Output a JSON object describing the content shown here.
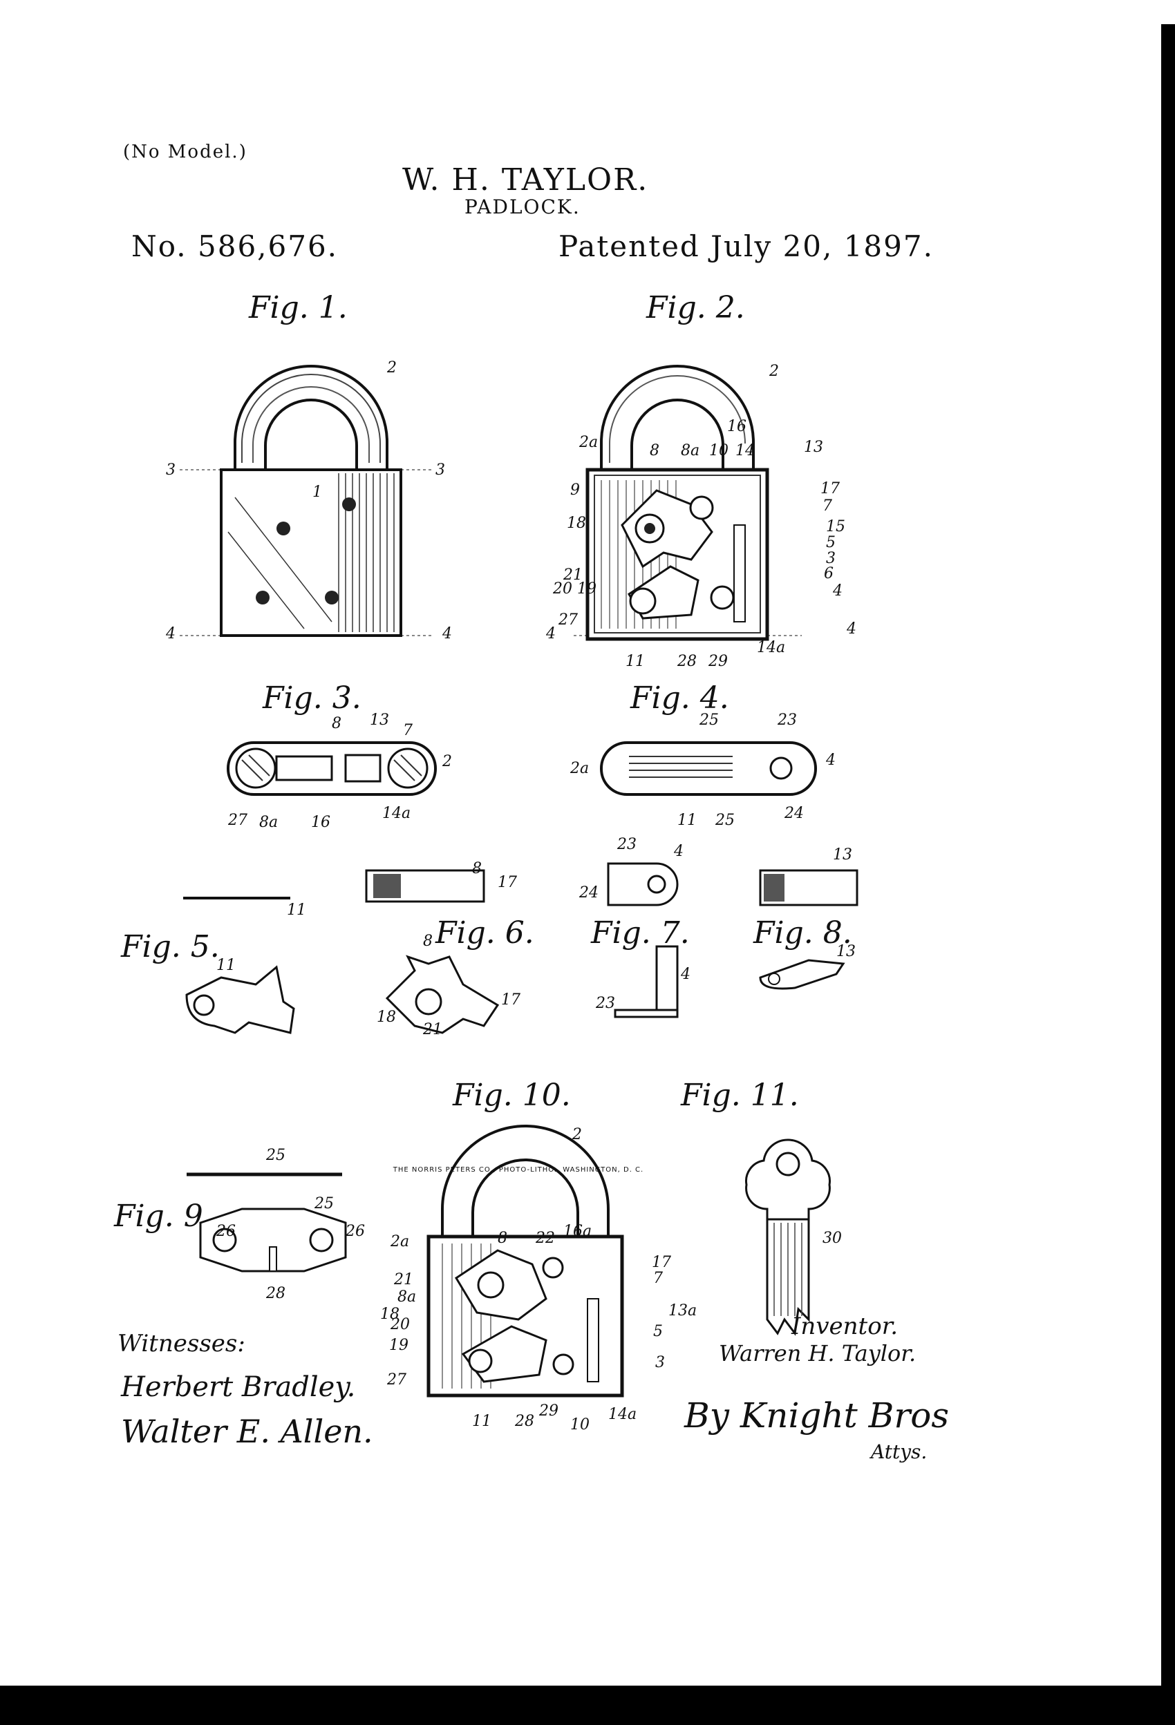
{
  "header": {
    "no_model": "(No Model.)",
    "inventor": "W. H. TAYLOR.",
    "title": "PADLOCK.",
    "patent_no": "No. 586,676.",
    "patent_date": "Patented July 20, 1897."
  },
  "figures": {
    "fig1": "Fig. 1.",
    "fig2": "Fig. 2.",
    "fig3": "Fig. 3.",
    "fig4": "Fig. 4.",
    "fig5": "Fig. 5.",
    "fig6": "Fig. 6.",
    "fig7": "Fig. 7.",
    "fig8": "Fig. 8.",
    "fig9": "Fig. 9.",
    "fig10": "Fig. 10.",
    "fig11": "Fig. 11."
  },
  "signatures": {
    "witnesses_label": "Witnesses:",
    "witness1": "Herbert Bradley.",
    "witness2": "Walter E. Allen.",
    "inventor_label": "Inventor.",
    "inventor_name": "Warren H. Taylor.",
    "attorney": "By Knight Bros",
    "attys": "Attys."
  },
  "footer": "THE NORRIS PETERS CO., PHOTO-LITHO., WASHINGTON, D. C."
}
